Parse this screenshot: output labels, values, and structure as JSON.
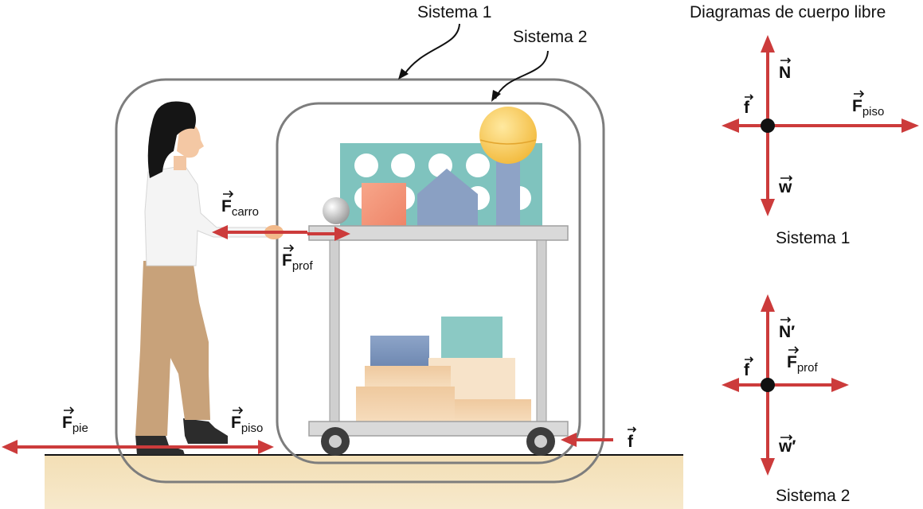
{
  "labels": {
    "system1": "Sistema 1",
    "system2": "Sistema 2",
    "fbd_title": "Diagramas de cuerpo libre",
    "fbd1_caption": "Sistema 1",
    "fbd2_caption": "Sistema 2"
  },
  "forces": {
    "f_carro": {
      "symbol": "F",
      "sub": "carro"
    },
    "f_prof": {
      "symbol": "F",
      "sub": "prof"
    },
    "f_pie": {
      "symbol": "F",
      "sub": "pie"
    },
    "f_piso": {
      "symbol": "F",
      "sub": "piso"
    },
    "f_cart_friction": {
      "symbol": "f"
    }
  },
  "fbd1": {
    "N": "N",
    "w": "w",
    "f": "f",
    "F": {
      "symbol": "F",
      "sub": "piso"
    }
  },
  "fbd2": {
    "N": "N′",
    "w": "w′",
    "f": "f",
    "F": {
      "symbol": "F",
      "sub": "prof"
    }
  },
  "colors": {
    "arrow": "#cc3b3b",
    "system_outline": "#808080",
    "floor": "#f2dcb0",
    "pants": "#c7a27a",
    "blouse": "#f2f2f2"
  }
}
